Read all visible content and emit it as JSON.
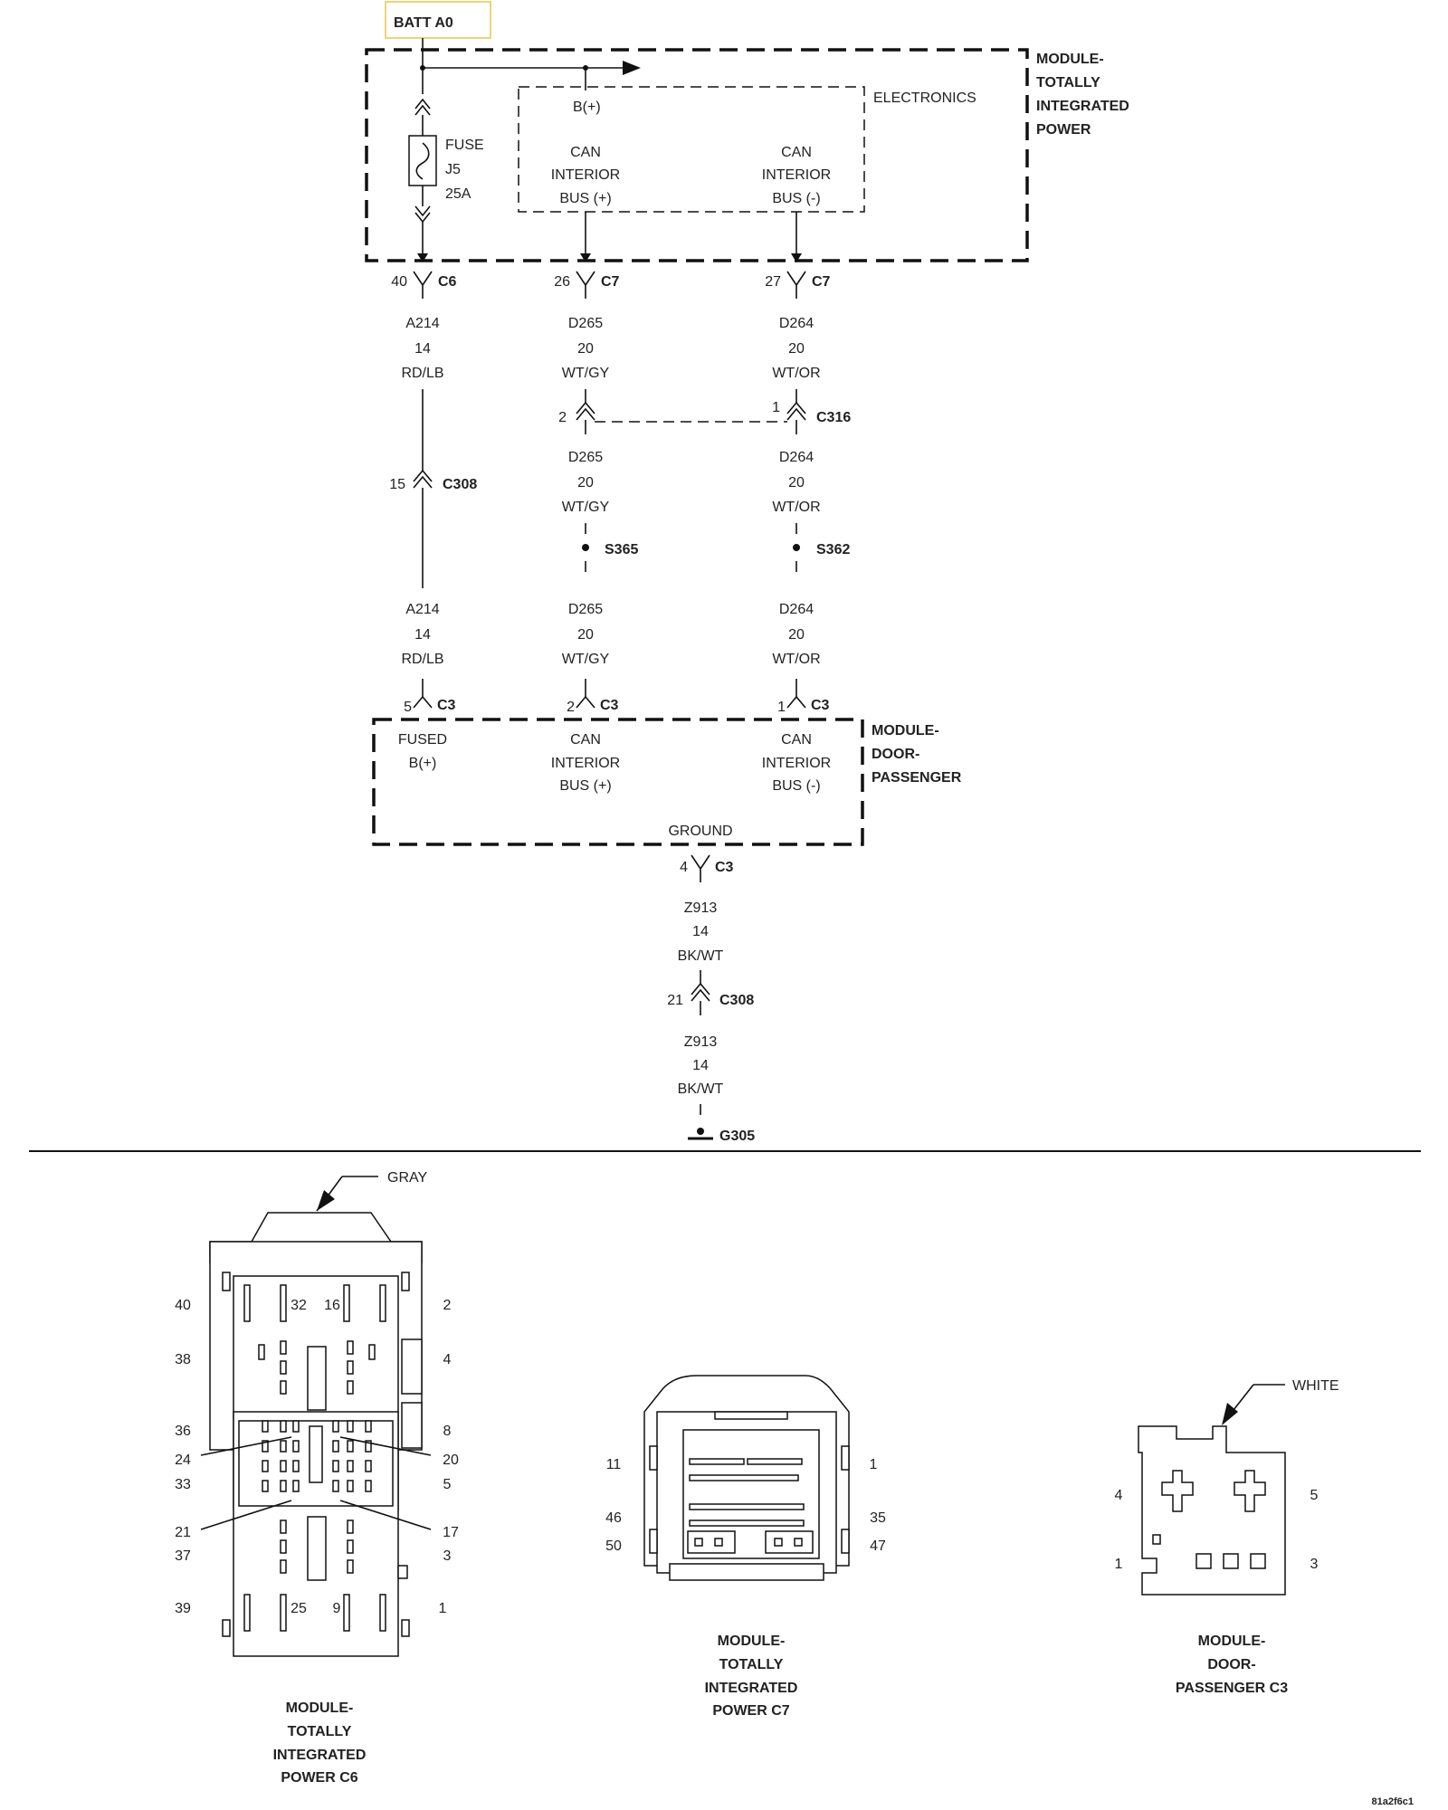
{
  "batt_label": "BATT A0",
  "modules": {
    "tipm": [
      "MODULE-",
      "TOTALLY",
      "INTEGRATED",
      "POWER"
    ],
    "electronics": "ELECTRONICS",
    "door": [
      "MODULE-",
      "DOOR-",
      "PASSENGER"
    ]
  },
  "electronics_pins": {
    "bplus": "B(+)",
    "can_plus": [
      "CAN",
      "INTERIOR",
      "BUS (+)"
    ],
    "can_minus": [
      "CAN",
      "INTERIOR",
      "BUS (-)"
    ]
  },
  "fuse": [
    "FUSE",
    "J5",
    "25A"
  ],
  "top_connectors": [
    {
      "pin": "40",
      "name": "C6"
    },
    {
      "pin": "26",
      "name": "C7"
    },
    {
      "pin": "27",
      "name": "C7"
    }
  ],
  "wires": {
    "a214": [
      "A214",
      "14",
      "RD/LB"
    ],
    "d265": [
      "D265",
      "20",
      "WT/GY"
    ],
    "d264": [
      "D264",
      "20",
      "WT/OR"
    ],
    "z913": [
      "Z913",
      "14",
      "BK/WT"
    ]
  },
  "c316": {
    "pin_left": "2",
    "pin_right": "1",
    "name": "C316"
  },
  "c308_power": {
    "pin": "15",
    "name": "C308"
  },
  "splices": {
    "left": "S365",
    "right": "S362"
  },
  "door_connectors": [
    {
      "pin": "5",
      "name": "C3"
    },
    {
      "pin": "2",
      "name": "C3"
    },
    {
      "pin": "1",
      "name": "C3"
    }
  ],
  "door_pins": {
    "fused": [
      "FUSED",
      "B(+)"
    ],
    "can_plus": [
      "CAN",
      "INTERIOR",
      "BUS (+)"
    ],
    "can_minus": [
      "CAN",
      "INTERIOR",
      "BUS (-)"
    ],
    "ground": "GROUND"
  },
  "ground_connector": {
    "pin": "4",
    "name": "C3"
  },
  "c308_ground": {
    "pin": "21",
    "name": "C308"
  },
  "ground_point": "G305",
  "connector_views": {
    "c6": {
      "color": "GRAY",
      "caption": [
        "MODULE-",
        "TOTALLY",
        "INTEGRATED",
        "POWER C6"
      ],
      "pin_labels": [
        "40",
        "32",
        "16",
        "2",
        "38",
        "4",
        "36",
        "8",
        "24",
        "20",
        "33",
        "5",
        "21",
        "17",
        "37",
        "3",
        "39",
        "25",
        "9",
        "1"
      ]
    },
    "c7": {
      "caption": [
        "MODULE-",
        "TOTALLY",
        "INTEGRATED",
        "POWER C7"
      ],
      "pin_labels": [
        "11",
        "1",
        "46",
        "35",
        "50",
        "47"
      ]
    },
    "c3": {
      "color": "WHITE",
      "caption": [
        "MODULE-",
        "DOOR-",
        "PASSENGER C3"
      ],
      "pin_labels": [
        "4",
        "5",
        "1",
        "3"
      ]
    }
  },
  "figure_id": "81a2f6c1",
  "colors": {
    "batt_box_border": "#f0d27a",
    "line": "#111111"
  }
}
